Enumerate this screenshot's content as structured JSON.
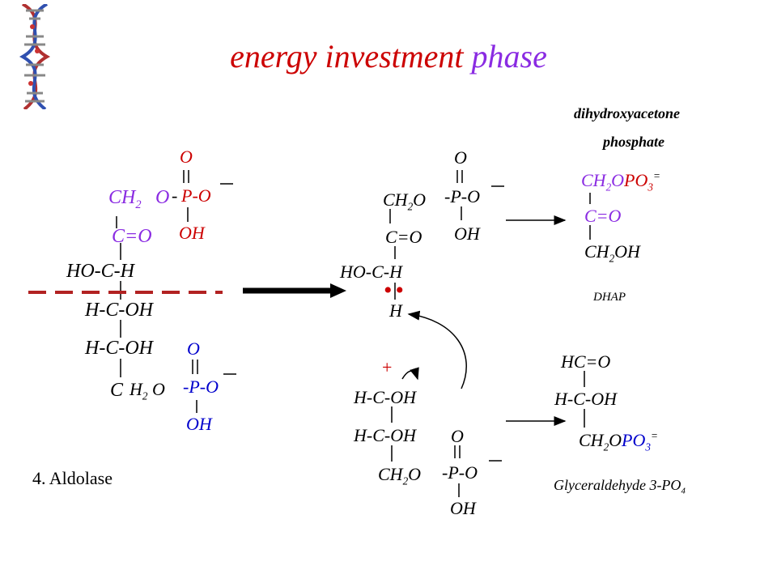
{
  "title": {
    "part1": "energy investment",
    "part2": "phase"
  },
  "colors": {
    "title_red": "#cc0000",
    "title_purple": "#8a2be2",
    "red": "#cc0000",
    "blue": "#0000cc",
    "purple": "#8a2be2",
    "cut_line": "#b22222",
    "bonds": "#000000"
  },
  "reactant": {
    "top_phosphate": {
      "o": "O",
      "p": "P-O",
      "oh": "OH"
    },
    "c1_ch": "CH",
    "c1_sub": "2",
    "c1_o": "O",
    "c1_dash": "-",
    "c2": "C=O",
    "c3": "HO-C-H",
    "c4": "H-C-OH",
    "c5": "H-C-OH",
    "c6_c": "C",
    "c6_h": "H",
    "c6_sub": "2",
    "c6_o": "O",
    "bottom_phosphate": {
      "o": "O",
      "p": "-P-O",
      "oh": "OH"
    }
  },
  "enzyme_label": "4.  Aldolase",
  "intermediate_top": {
    "ch": "CH",
    "sub": "2",
    "o": "O",
    "phosphate": {
      "o": "O",
      "p": "-P-O",
      "oh": "OH"
    },
    "c2": "C=O",
    "c3": "HO-C-H",
    "h": "H",
    "lone_pair": "••"
  },
  "intermediate_bottom": {
    "plus": "+",
    "c4": "H-C-OH",
    "c5": "H-C-OH",
    "ch": "CH",
    "sub": "2",
    "o": "O",
    "phosphate": {
      "o": "O",
      "p": "-P-O",
      "oh": "OH"
    }
  },
  "dhap": {
    "name_line1": "dihydroxyacetone",
    "name_line2": "phosphate",
    "c1_ch": "CH",
    "c1_sub": "2",
    "c1_o": "O",
    "c1_po": "PO",
    "c1_sub2": "3",
    "c1_sup": "=",
    "c2": "C=O",
    "c3_ch": "CH",
    "c3_sub": "2",
    "c3_oh": "OH",
    "abbrev": "DHAP"
  },
  "g3p": {
    "c1": "HC=O",
    "c2": "H-C-OH",
    "c3_ch": "CH",
    "c3_sub": "2",
    "c3_o": "O",
    "c3_po": "PO",
    "c3_sub2": "3",
    "c3_sup": "=",
    "name": "Glyceraldehyde 3-PO",
    "name_sub": "4"
  },
  "decoration": {
    "dna_image": "dna-helix-icon"
  }
}
